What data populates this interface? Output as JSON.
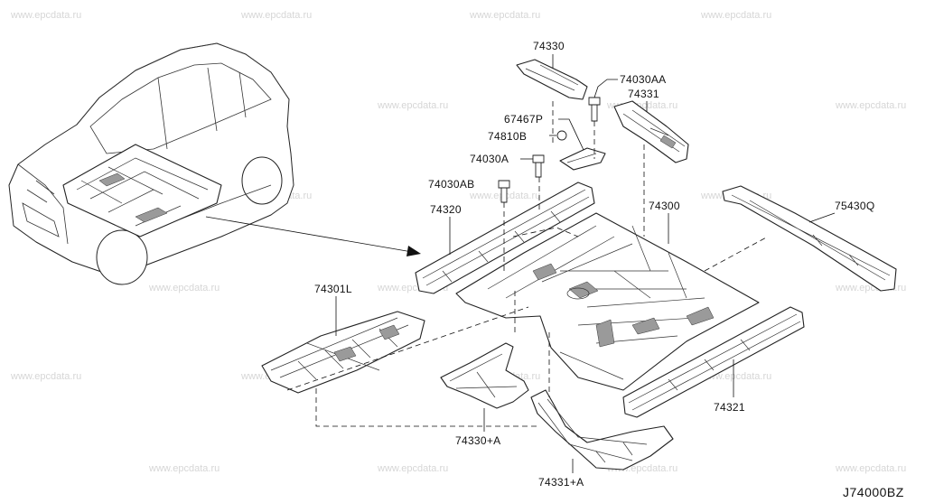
{
  "watermark": {
    "text": "www.epcdata.ru"
  },
  "parts": {
    "p74330": "74330",
    "p74030AA": "74030AA",
    "p74331": "74331",
    "p67467P": "67467P",
    "p74810B": "74810B",
    "p74030A": "74030A",
    "p74030AB": "74030AB",
    "p74320": "74320",
    "p74300": "74300",
    "p75430Q": "75430Q",
    "p74301L": "74301L",
    "p74321": "74321",
    "p74330A": "74330+A",
    "p74331A": "74331+A"
  },
  "diagram_code": "J74000BZ",
  "colors": {
    "line": "#222222",
    "watermark": "#d6d6d6",
    "shade": "#9a9a9a"
  }
}
